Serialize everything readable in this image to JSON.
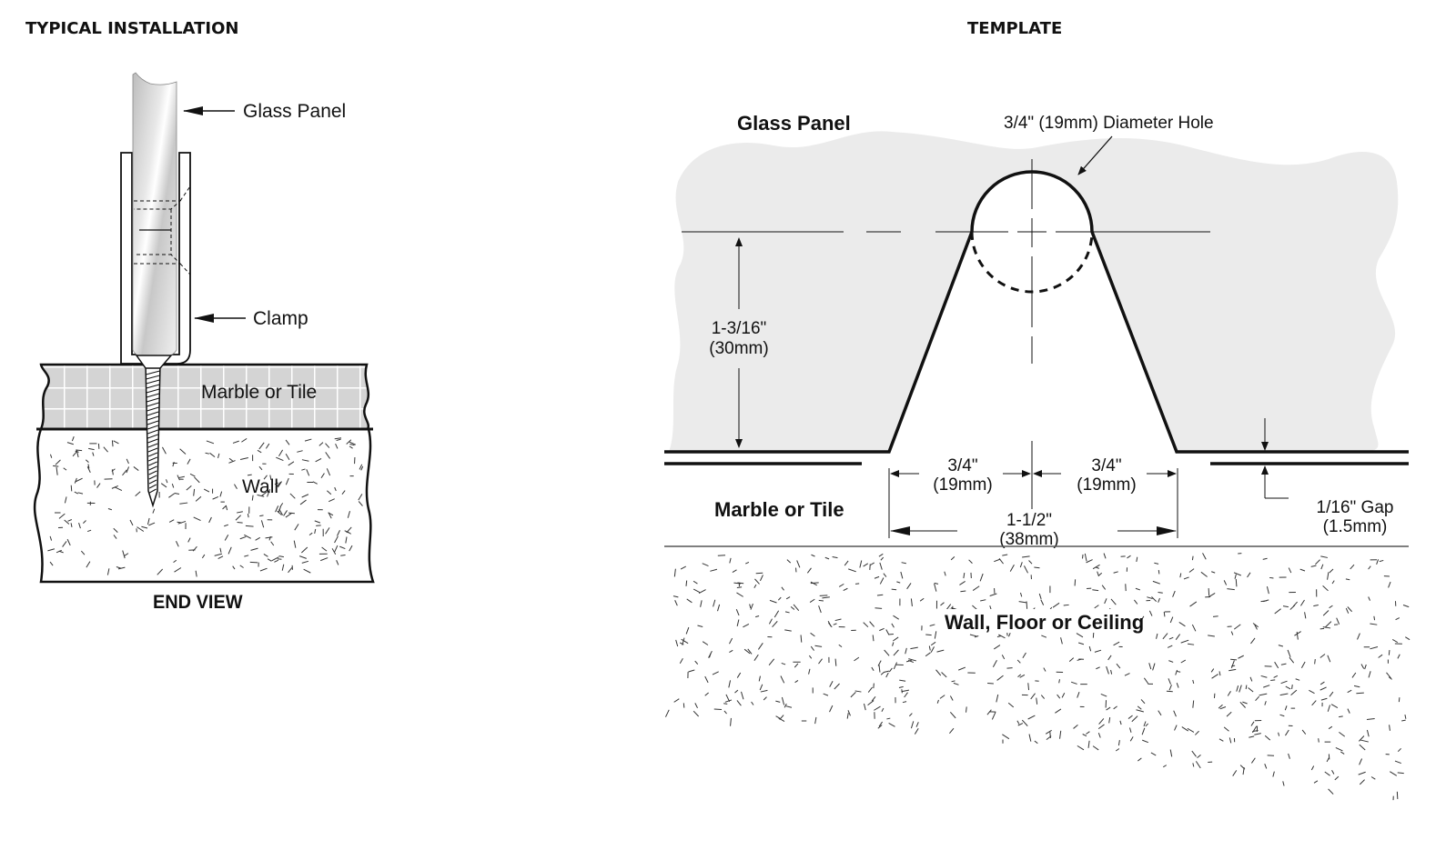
{
  "left": {
    "heading": "TYPICAL INSTALLATION",
    "labels": {
      "glass_panel": "Glass Panel",
      "clamp": "Clamp",
      "tile": "Marble or Tile",
      "wall": "Wall"
    },
    "caption": "END VIEW"
  },
  "right": {
    "heading": "TEMPLATE",
    "labels": {
      "glass_panel": "Glass Panel",
      "hole": "3/4\" (19mm) Diameter Hole",
      "height_in": "1-3/16\"",
      "height_mm": "(30mm)",
      "half_left_in": "3/4\"",
      "half_left_mm": "(19mm)",
      "half_right_in": "3/4\"",
      "half_right_mm": "(19mm)",
      "width_in": "1-1/2\"",
      "width_mm": "(38mm)",
      "gap_in": "1/16\" Gap",
      "gap_mm": "(1.5mm)",
      "tile": "Marble or Tile",
      "surface": "Wall, Floor or Ceiling"
    }
  },
  "colors": {
    "glass_fill": "#ebebeb",
    "tile_fill": "#d4d4d4",
    "line": "#111111"
  }
}
